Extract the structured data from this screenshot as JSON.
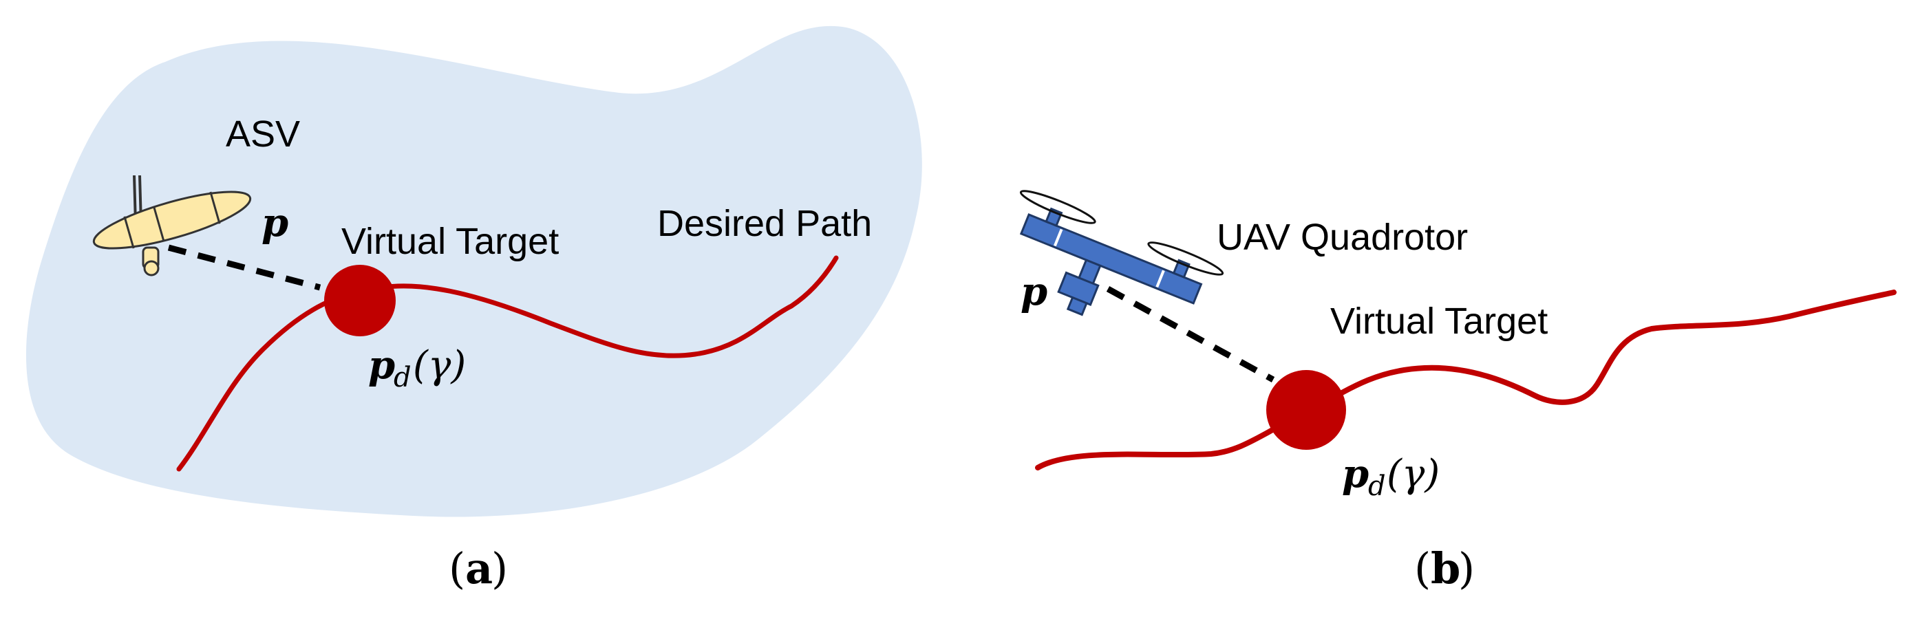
{
  "panel_a": {
    "vehicle_label": "ASV",
    "target_label": "Virtual Target",
    "path_label": "Desired Path",
    "position_symbol": "p",
    "desired_symbol": "p",
    "desired_subscript": "d",
    "desired_argument": "(γ)",
    "caption_open": "(",
    "caption_letter": "a",
    "caption_close": ")"
  },
  "panel_b": {
    "vehicle_label": "UAV Quadrotor",
    "target_label": "Virtual Target",
    "position_symbol": "p",
    "desired_symbol": "p",
    "desired_subscript": "d",
    "desired_argument": "(γ)",
    "caption_open": "(",
    "caption_letter": "b",
    "caption_close": ")"
  },
  "colors": {
    "water": "#dce8f5",
    "path": "#c00000",
    "target": "#c00000",
    "asv_body": "#fde9a8",
    "uav_body": "#4472c4",
    "line_of_sight": "#000000"
  }
}
